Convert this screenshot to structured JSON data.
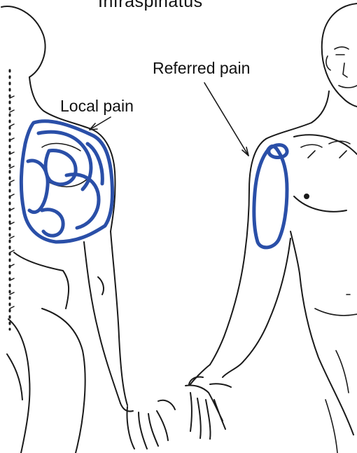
{
  "diagram": {
    "title": "Infraspinatus",
    "labels": {
      "local": "Local pain",
      "referred": "Referred pain"
    },
    "colors": {
      "pain": "#2a4fa8",
      "line": "#1a1a1a",
      "background": "#ffffff"
    },
    "figures": [
      "posterior-view",
      "anterior-view"
    ]
  }
}
